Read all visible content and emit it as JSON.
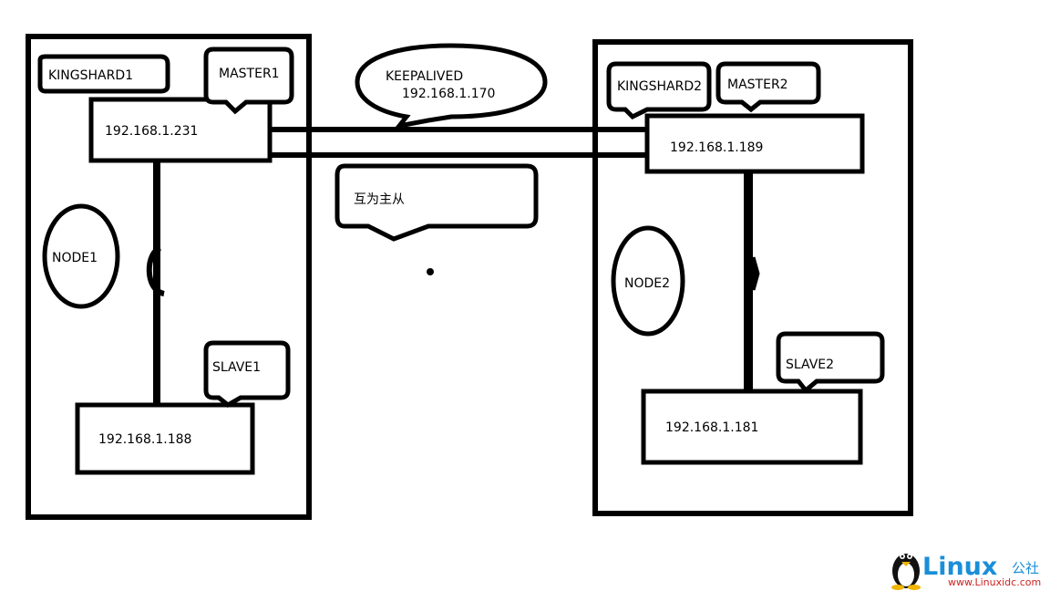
{
  "node1": {
    "name": "NODE1",
    "kingshard": "KINGSHARD1",
    "master_label": "MASTER1",
    "master_ip": "192.168.1.231",
    "slave_label": "SLAVE1",
    "slave_ip": "192.168.1.188"
  },
  "node2": {
    "name": "NODE2",
    "kingshard": "KINGSHARD2",
    "master_label": "MASTER2",
    "master_ip": "192.168.1.189",
    "slave_label": "SLAVE2",
    "slave_ip": "192.168.1.181"
  },
  "keepalived": {
    "name": "KEEPALIVED",
    "vip": "192.168.1.170"
  },
  "link_note": "互为主从",
  "watermark": {
    "brand": "Linux",
    "suffix": "公社",
    "url": "www.Linuxidc.com",
    "brand_color": "#1a8fd8",
    "suffix_color": "#1a8fd8",
    "url_color": "#cc2222"
  },
  "colors": {
    "stroke": "#000000",
    "background": "#ffffff"
  }
}
